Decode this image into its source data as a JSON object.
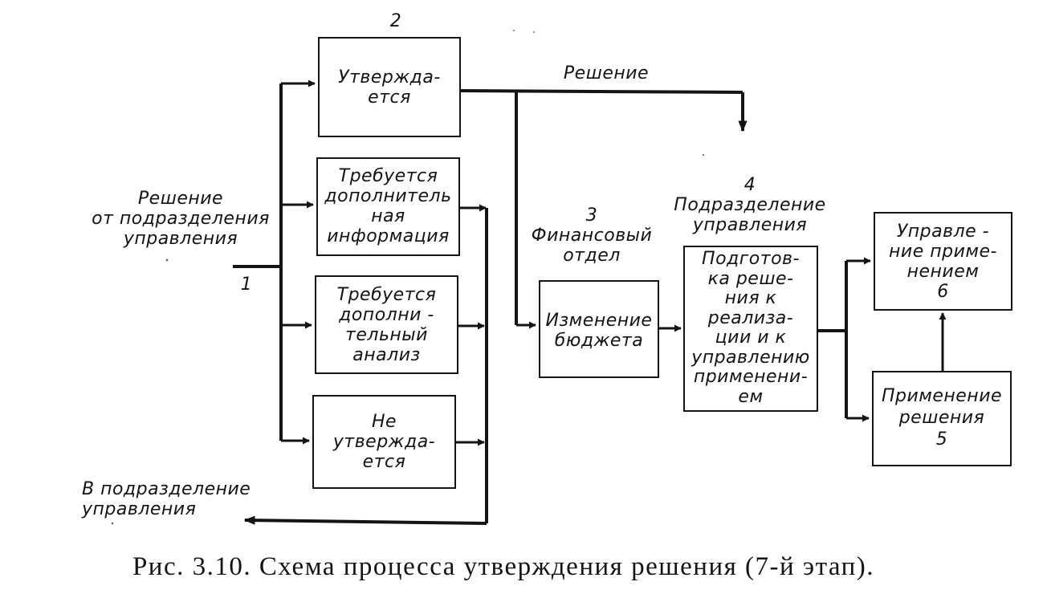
{
  "diagram": {
    "boxes": {
      "approved": "Утвержда-\nется",
      "need_info": "Требуется\nдополнитель\nная\nинформация",
      "need_analysis": "Требуется\nдополни -\nтельный\nанализ",
      "not_approved": "Не\nутвержда-\nется",
      "budget_change": "Изменение\nбюджета",
      "prepare": "Подготов-\nка реше-\nния к\nреализа-\nции и к\nуправлению\nприменени-\nем",
      "apply_mgmt": "Управле -\nние приме-\nнением\n6",
      "apply": "Применение\nрешения\n5"
    },
    "labels": {
      "num_2": "2",
      "decision_top": "Решение",
      "source": "Решение\nот подразделения\nуправления",
      "num_1": "1",
      "finance": "3\nФинансовый\nотдел",
      "division": "4\nПодразделение\nуправления",
      "to_division": "В подразделение\nуправления"
    },
    "caption": "Рис. 3.10. Схема процесса утверждения решения (7-й этап).",
    "colors": {
      "ink": "#141414",
      "paper": "#ffffff"
    }
  }
}
